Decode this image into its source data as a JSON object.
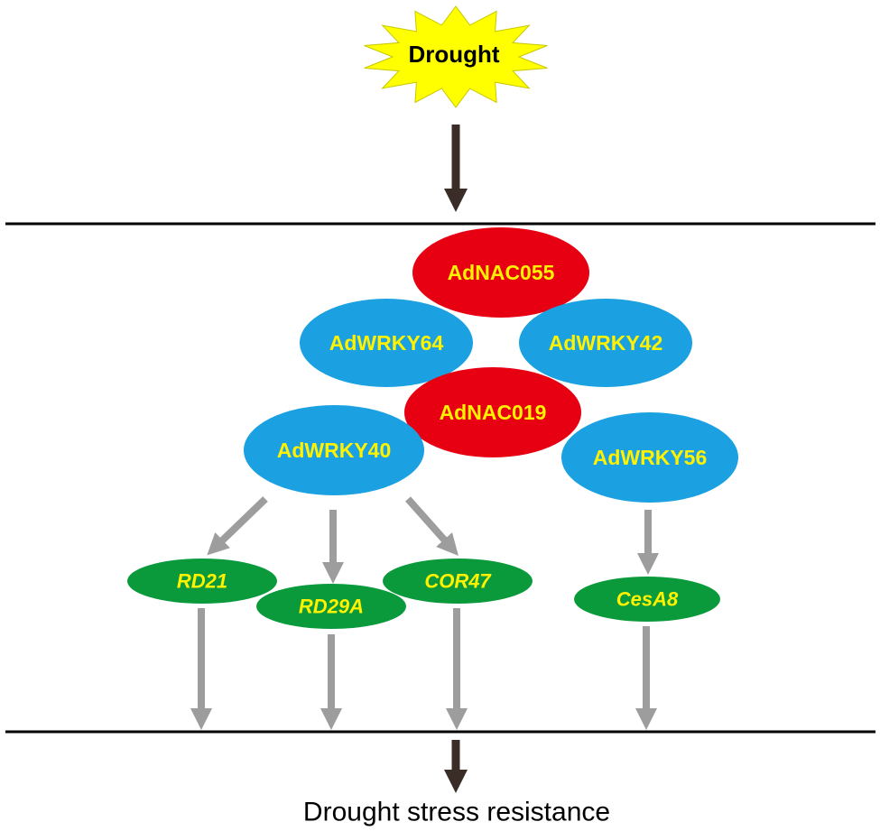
{
  "stimulus": {
    "label": "Drought",
    "fill": "#ffff00",
    "stroke": "#c8c800",
    "text_color": "#000000"
  },
  "colors": {
    "nac": "#e60012",
    "wrky": "#1ba1e2",
    "gene": "#0a9a3c",
    "node_text": "#fff200",
    "dark_arrow": "#3a2c27",
    "gray_arrow": "#9d9d9d",
    "membrane": "#000000"
  },
  "nodes": {
    "adnac055": "AdNAC055",
    "adwrky64": "AdWRKY64",
    "adwrky42": "AdWRKY42",
    "adnac019": "AdNAC019",
    "adwrky40": "AdWRKY40",
    "adwrky56": "AdWRKY56"
  },
  "genes": {
    "rd21": "RD21",
    "rd29a": "RD29A",
    "cor47": "COR47",
    "cesa8": "CesA8"
  },
  "outcome": "Drought stress resistance"
}
